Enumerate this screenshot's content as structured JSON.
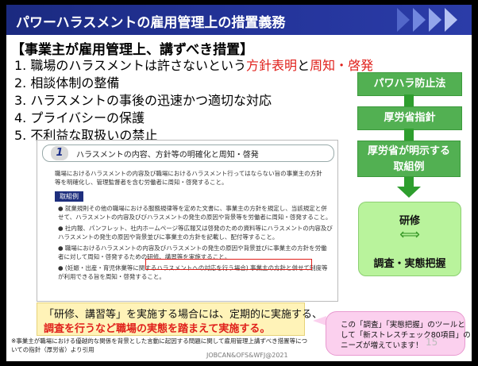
{
  "header": {
    "title": "パワーハラスメントの雇用管理上の措置義務"
  },
  "content": {
    "heading": "【事業主が雇用管理上、講ずべき措置】",
    "item1": {
      "prefix": "1. 職場のハラスメントは許さないという",
      "red1": "方針表明",
      "mid": "と",
      "red2": "周知・啓発"
    },
    "items": [
      "2. 相談体制の整備",
      "3. ハラスメントの事後の迅速かつ適切な対応",
      "4. プライバシーの保護",
      "5. 不利益な取扱いの禁止"
    ]
  },
  "guideline": {
    "number": "1",
    "title": "ハラスメントの内容、方針等の明確化と周知・啓発",
    "intro": "職場におけるハラスメントの内容及び職場におけるハラスメント行ってはならない旨の事業主の方針等を明確化し、管理監督者を含む労働者に周知・啓発すること。",
    "tag": "取組例",
    "examples": [
      "● 就業規則その他の職場における服務規律等を定めた文書に、事業主の方針を規定し、当該規定と併せて、ハラスメントの内容及びびハラスメントの発生の原因や背景等を労働者に周知・啓発すること。",
      "● 社内報、パンフレット、社内ホームページ等広報又は啓発のための資料等にハラスメントの内容及びハラスメントの発生の原因や背景並びに事業主の方針を記載し、配付等すること。",
      "● 職場におけるハラスメントの内容及びハラスメントの発生の原因や背景並びに事業主の方針を労働者に対して周知・啓発するための研修、講習等を実施すること。",
      "● (妊娠・出産・育児休業等に関するハラスメントへの対応を行う場合) 事業主の方針と併せて制度等が利用できる旨を周知・啓発すること。"
    ]
  },
  "flow": {
    "box1": "パワハラ防止法",
    "box2": "厚労省指針",
    "box3_line1": "厚労省が明示する",
    "box3_line2": "取組例",
    "panel_top": "研修",
    "panel_arrow": "⟺",
    "panel_bottom": "調査・実態把握"
  },
  "callout": {
    "line1": "「研修、講習等」を実施する場合には、定期的に実施する、",
    "line2": "調査を行うなど職場の実態を踏まえて実施する。"
  },
  "bubble": {
    "line1": "この「調査」「実態把握」のツールと",
    "line2": "して「新ストレスチェック80項目」の",
    "line3": "ニーズが増えています！"
  },
  "note": "※事業主が職場における優越的な関係を背景とした言動に起因する問題に関して雇用管理上講ずべき措置等についての指針（厚労省）より引用",
  "footer": "JOBCAN&OFS&WFJ@2021",
  "page_number": "15",
  "colors": {
    "title_bar": "#1b2a80",
    "accent_red": "#e0201b",
    "flow_green": "#52b052",
    "panel_green": "#b9f39c",
    "callout_yellow": "#fff3b8",
    "bubble_pink": "#fbd0ee"
  }
}
